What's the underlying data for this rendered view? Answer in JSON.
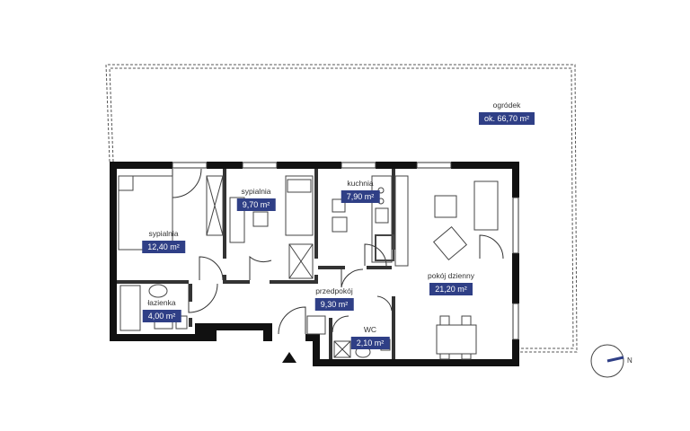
{
  "plan": {
    "accent_color": "#2f3f86",
    "wall_color": "#111111",
    "rooms": [
      {
        "id": "ogrodek",
        "name": "ogródek",
        "area": "ok. 66,70 m²"
      },
      {
        "id": "sypialnia-1",
        "name": "sypialnia",
        "area": "12,40 m²"
      },
      {
        "id": "sypialnia-2",
        "name": "sypialnia",
        "area": "9,70 m²"
      },
      {
        "id": "kuchnia",
        "name": "kuchnia",
        "area": "7,90 m²"
      },
      {
        "id": "pokoj",
        "name": "pokój dzienny",
        "area": "21,20 m²"
      },
      {
        "id": "lazienka",
        "name": "łazienka",
        "area": "4,00 m²"
      },
      {
        "id": "przedpokoj",
        "name": "przedpokój",
        "area": "9,30 m²"
      },
      {
        "id": "wc",
        "name": "WC",
        "area": "2,10 m²"
      }
    ],
    "compass": {
      "label": "N"
    }
  }
}
